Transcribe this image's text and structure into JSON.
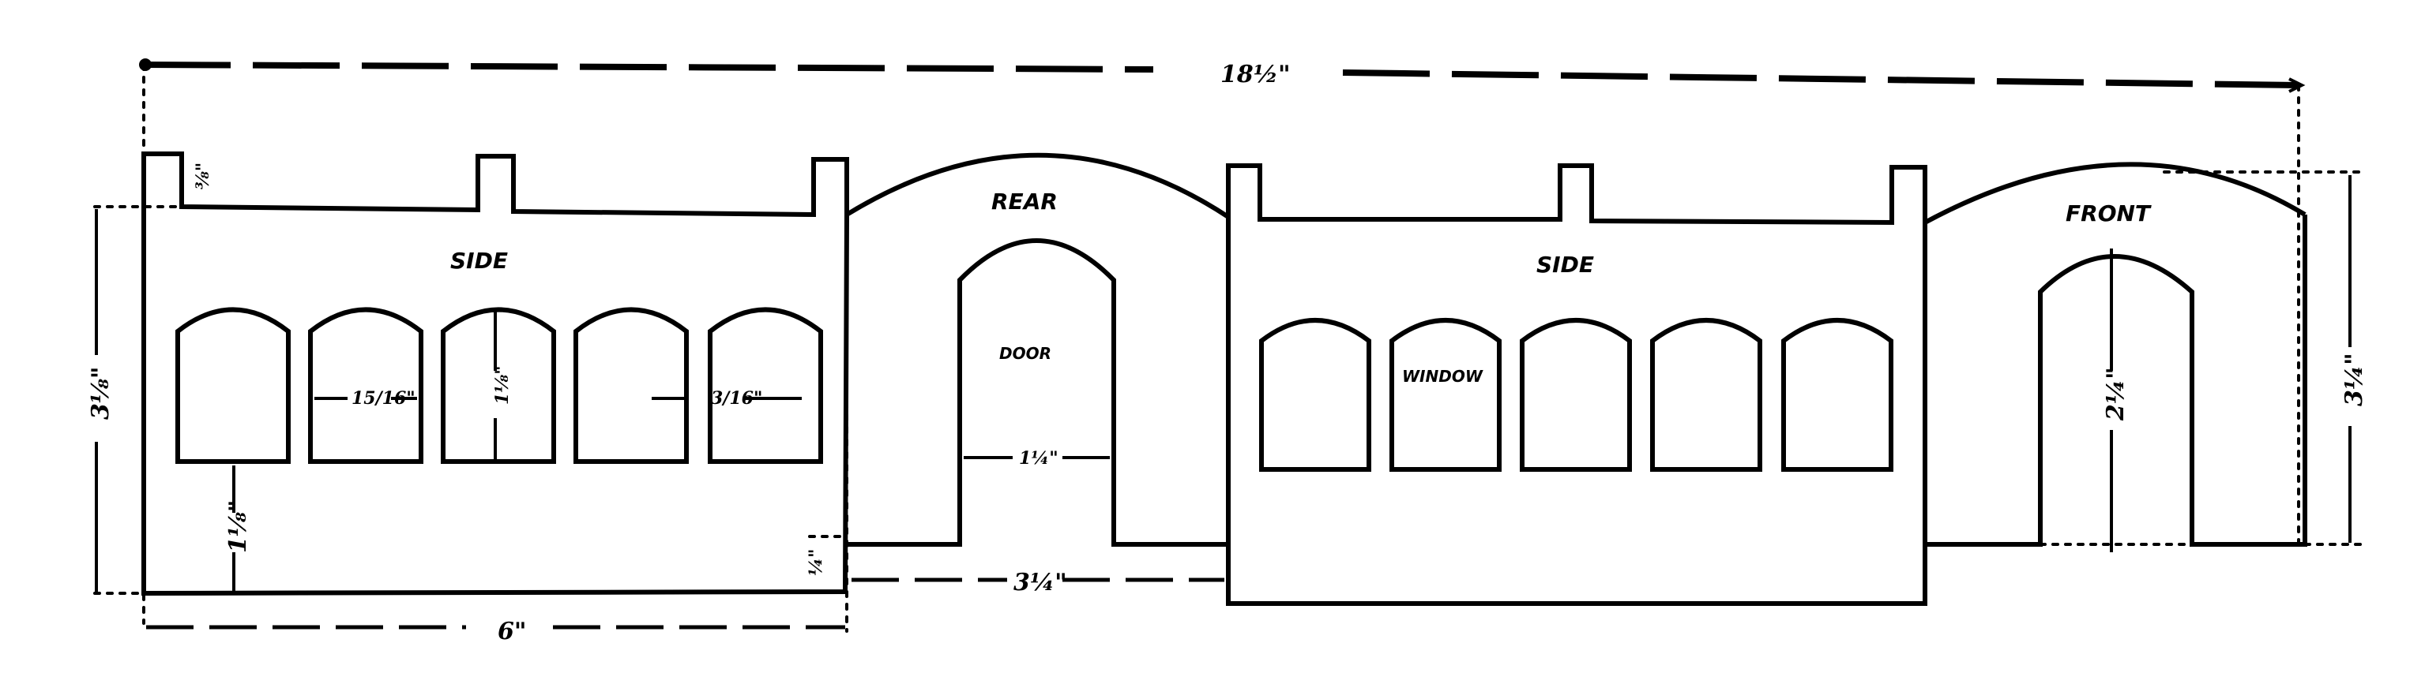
{
  "figure": {
    "type": "elevation drawing (unfolded walls)",
    "panels": [
      {
        "id": "side-left",
        "label": "SIDE",
        "window_count": 5
      },
      {
        "id": "rear",
        "label": "REAR",
        "door_label": "DOOR"
      },
      {
        "id": "side-right",
        "label": "SIDE",
        "window_count": 5,
        "window_label": "WINDOW"
      },
      {
        "id": "front",
        "label": "FRONT"
      }
    ]
  },
  "labels": {
    "side_left": "SIDE",
    "rear": "REAR",
    "door": "DOOR",
    "side_right": "SIDE",
    "window": "WINDOW",
    "front": "FRONT"
  },
  "dimensions": {
    "overall_length": "18½\"",
    "side_length": "6\"",
    "rear_width": "3¼\"",
    "wall_height": "3⅛\"",
    "front_height": "3¼\"",
    "window_width": "15/16\"",
    "window_spacing": "3/16\"",
    "window_height": "1⅛\"",
    "sill_height": "1⅛\"",
    "door_width": "1¼\"",
    "front_door_height": "2¼\"",
    "step_height": "¼\"",
    "tab_height": "⅜\""
  },
  "colors": {
    "ink": "#000000",
    "paper": "#ffffff"
  }
}
